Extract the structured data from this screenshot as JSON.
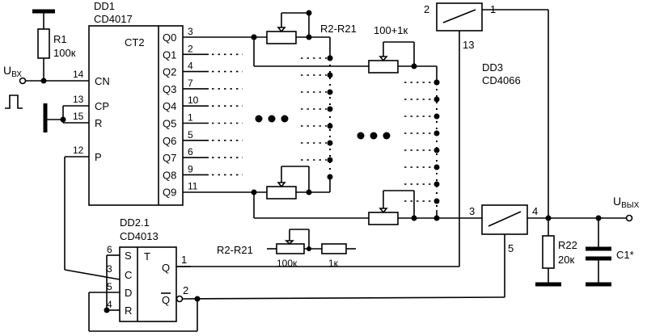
{
  "dd1": {
    "name": "DD1",
    "part": "CD4017",
    "type": "CT2",
    "inputs": [
      "CN",
      "CP",
      "R",
      "P"
    ],
    "input_pins": [
      "14",
      "13",
      "15",
      "12"
    ],
    "outputs": [
      "Q0",
      "Q1",
      "Q2",
      "Q3",
      "Q4",
      "Q5",
      "Q6",
      "Q7",
      "Q8",
      "Q9"
    ],
    "output_pins": [
      "3",
      "2",
      "4",
      "7",
      "10",
      "1",
      "5",
      "6",
      "9",
      "11"
    ]
  },
  "dd2": {
    "name": "DD2.1",
    "part": "CD4013",
    "inputs": [
      "S",
      "C",
      "D",
      "R"
    ],
    "input_pins": [
      "6",
      "3",
      "5",
      "4"
    ],
    "type": "T",
    "outputs": [
      "Q",
      "Q"
    ],
    "output_pins": [
      "1",
      "2"
    ]
  },
  "dd3": {
    "name": "DD3",
    "part": "CD4066",
    "switch1_pins": [
      "2",
      "1",
      "13"
    ],
    "switch2_pins": [
      "3",
      "4",
      "5"
    ]
  },
  "r1": {
    "name": "R1",
    "value": "100к"
  },
  "r22": {
    "name": "R22",
    "value": "20к"
  },
  "c1": {
    "name": "C1*"
  },
  "resistors": {
    "group_label": "R2-R21",
    "value_label": "100+1к",
    "legend_label": "R2-R21",
    "legend_values": [
      "100к",
      "1к"
    ]
  },
  "io": {
    "input_main": "U",
    "input_sub": "ВХ",
    "output_main": "U",
    "output_sub": "ВЫХ"
  }
}
